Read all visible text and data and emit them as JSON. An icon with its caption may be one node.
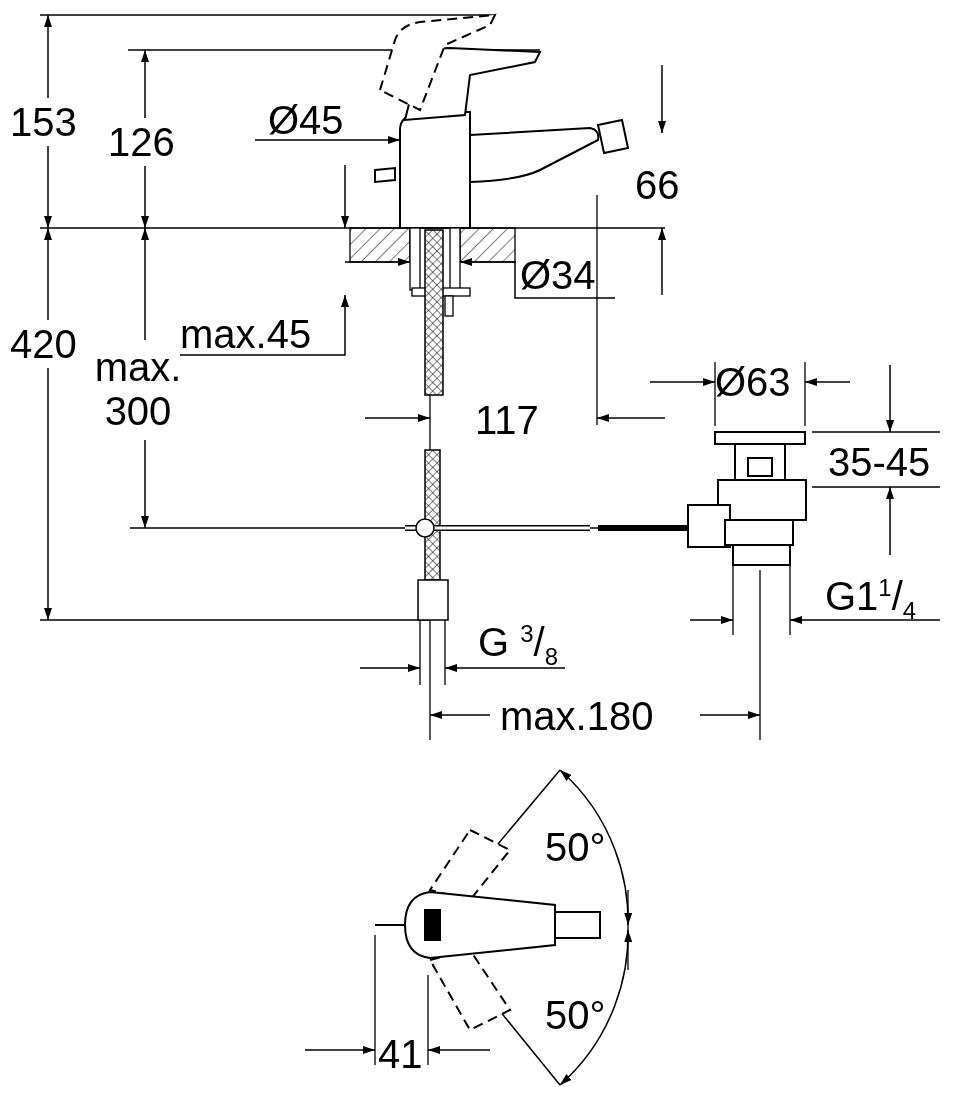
{
  "diagram": {
    "labels": [
      "153",
      "126",
      "Ø45",
      "66",
      "Ø34",
      "max.45",
      "420",
      "max. 300",
      "117",
      "Ø63",
      "35-45",
      "G1$^{1}$/$_{4}$",
      "G $^{3}$/$_{8}$",
      "max.180",
      "50°",
      "50°",
      "41"
    ]
  }
}
